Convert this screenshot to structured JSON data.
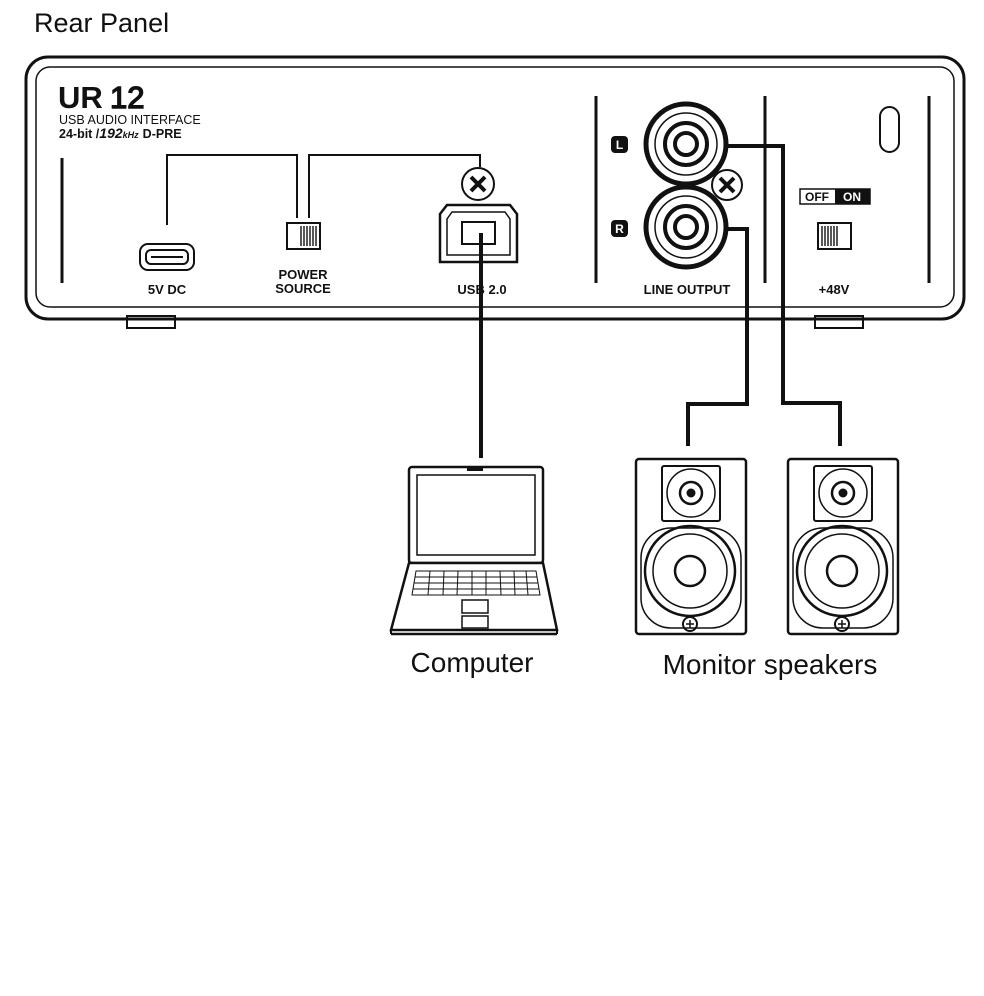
{
  "title": "Rear Panel",
  "device": {
    "model": "UR",
    "model_num": "12",
    "line1": "USB AUDIO INTERFACE",
    "line2_a": "24-bit /",
    "line2_b": "192",
    "line2_c": "kHz",
    "line2_d": "D-PRE"
  },
  "ports": {
    "dc": "5V DC",
    "power_1": "POWER",
    "power_2": "SOURCE",
    "usb": "USB 2.0",
    "line_output": "LINE OUTPUT",
    "left": "L",
    "right": "R",
    "phantom_off": "OFF",
    "phantom_on": "ON",
    "phantom": "+48V"
  },
  "devices": {
    "computer": "Computer",
    "speakers": "Monitor speakers"
  }
}
